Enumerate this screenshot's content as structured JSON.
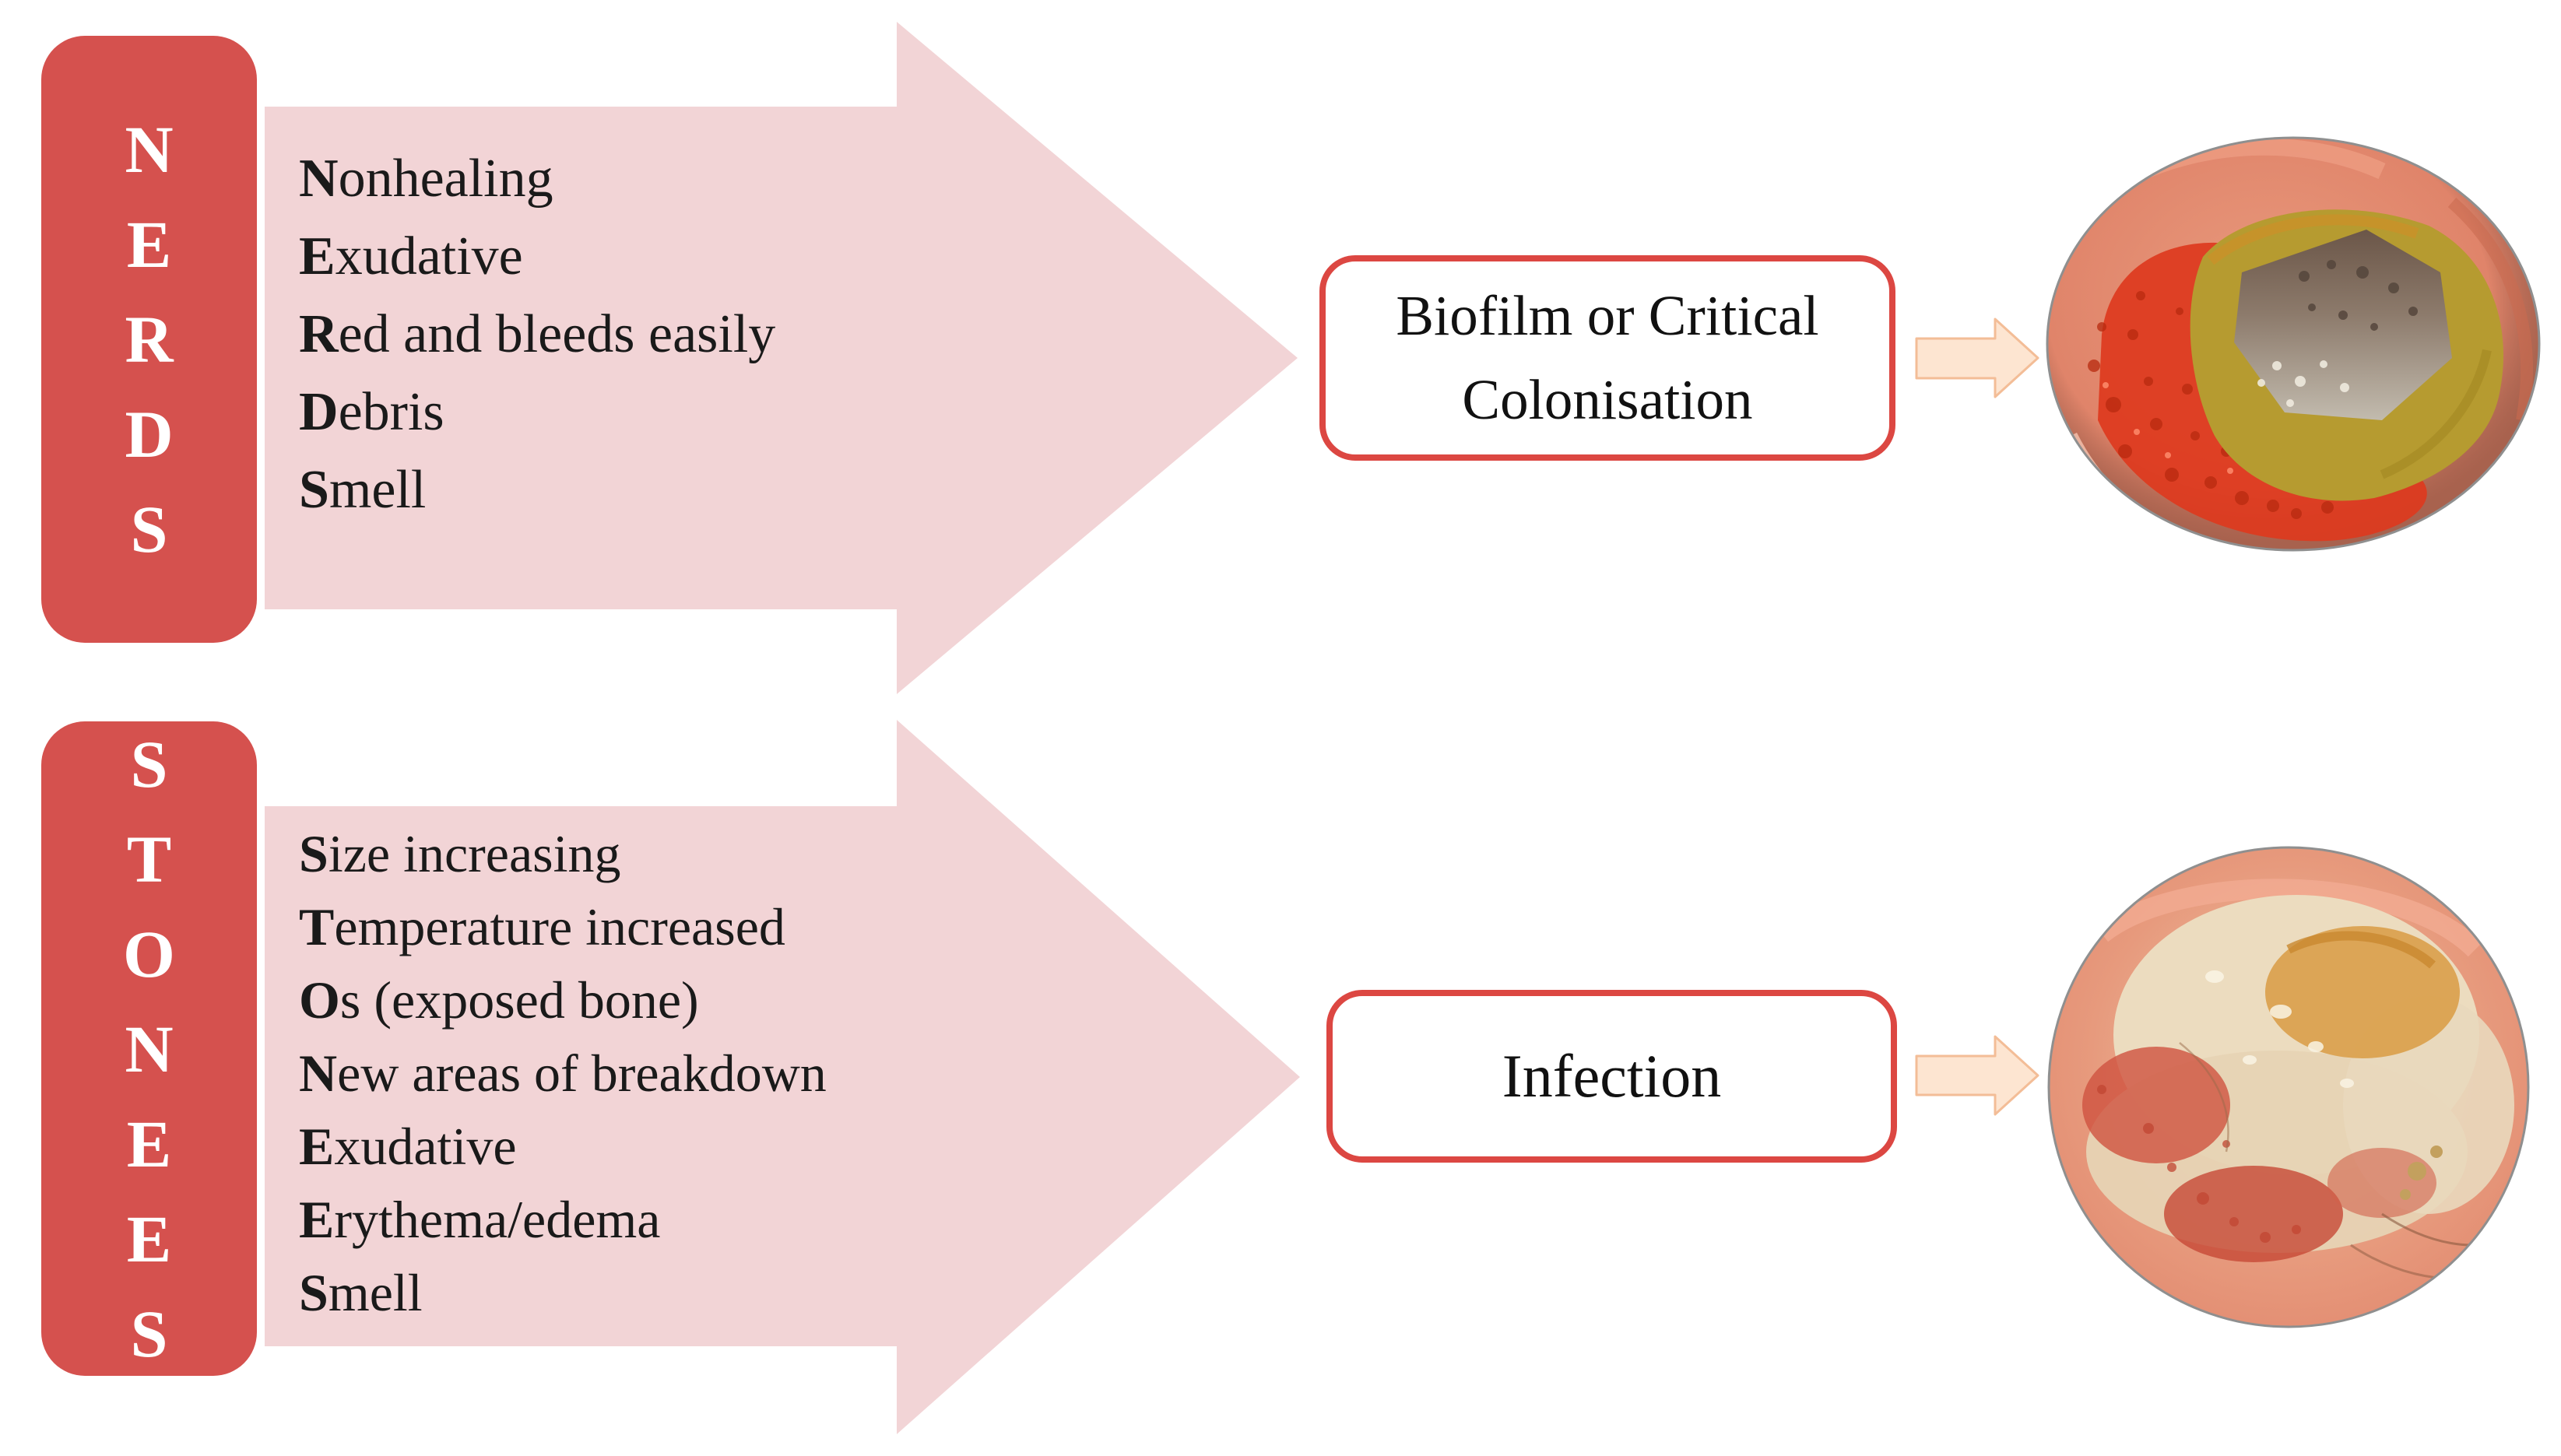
{
  "nerds": {
    "acronym": [
      "N",
      "E",
      "R",
      "D",
      "S"
    ],
    "criteria": [
      {
        "lead": "N",
        "rest": "onhealing"
      },
      {
        "lead": "E",
        "rest": "xudative"
      },
      {
        "lead": "R",
        "rest": "ed and bleeds easily"
      },
      {
        "lead": "D",
        "rest": "ebris"
      },
      {
        "lead": "S",
        "rest": "mell"
      }
    ],
    "outcome": {
      "line1": "Biofilm or Critical",
      "line2": "Colonisation"
    }
  },
  "stonees": {
    "acronym": [
      "S",
      "T",
      "O",
      "N",
      "E",
      "E",
      "S"
    ],
    "criteria": [
      {
        "lead": "S",
        "rest": "ize increasing"
      },
      {
        "lead": "T",
        "rest": "emperature increased"
      },
      {
        "lead": "O",
        "rest": "s (exposed bone)"
      },
      {
        "lead": "N",
        "rest": "ew areas of breakdown"
      },
      {
        "lead": "E",
        "rest": "xudative"
      },
      {
        "lead": "E",
        "rest": "rythema/edema"
      },
      {
        "lead": "S",
        "rest": "mell"
      }
    ],
    "outcome": {
      "line1": "Infection"
    }
  },
  "colors": {
    "acronym_box_fill": "#d5514e",
    "acronym_letter": "#ffffff",
    "big_arrow_fill": "#f2d4d6",
    "list_text": "#1a1a1a",
    "outcome_border": "#dc4742",
    "outcome_text": "#111111",
    "connector_arrow_fill": "#fde5d1",
    "connector_arrow_stroke": "#f3bd97",
    "background": "#ffffff"
  }
}
